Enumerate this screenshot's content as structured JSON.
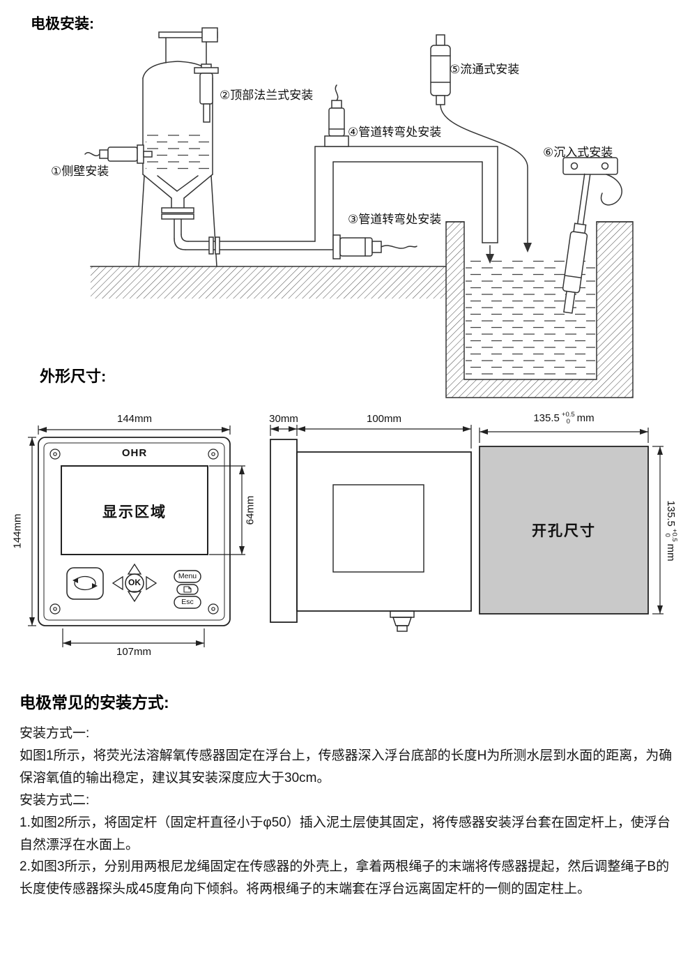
{
  "installation": {
    "title": "电极安装:",
    "label1": "①侧壁安装",
    "label2": "②顶部法兰式安装",
    "label3": "③管道转弯处安装",
    "label4": "④管道转弯处安装",
    "label5": "⑤流通式安装",
    "label6": "⑥沉入式安装"
  },
  "dimensions": {
    "title": "外形尺寸:",
    "front": {
      "brand": "OHR",
      "display_label": "显示区域",
      "width": "144mm",
      "height": "144mm",
      "display_height": "64mm",
      "mount_width": "107mm",
      "ok": "OK",
      "menu": "Menu",
      "esc": "Esc"
    },
    "side": {
      "flange_depth": "30mm",
      "body_depth": "100mm"
    },
    "cutout": {
      "label": "开孔尺寸",
      "size": "135.5",
      "tol_plus": "+0.5",
      "tol_zero": "0",
      "unit": "mm"
    }
  },
  "icons": {
    "transfer": "data-transfer-icon",
    "page": "page-turn-icon",
    "dpad": "up/down/left/right arrows"
  },
  "methods": {
    "title": "电极常见的安装方式:",
    "sub1": "安装方式一:",
    "p1": "如图1所示，将荧光法溶解氧传感器固定在浮台上，传感器深入浮台底部的长度H为所测水层到水面的距离，为确保溶氧值的输出稳定，建议其安装深度应大于30cm。",
    "sub2": "安装方式二:",
    "p2": "1.如图2所示，将固定杆（固定杆直径小于φ50）插入泥土层使其固定，将传感器安装浮台套在固定杆上，使浮台自然漂浮在水面上。",
    "p3": "2.如图3所示，分别用两根尼龙绳固定在传感器的外壳上，拿着两根绳子的末端将传感器提起，然后调整绳子B的长度使传感器探头成45度角向下倾斜。将两根绳子的末端套在浮台远离固定杆的一侧的固定柱上。"
  }
}
